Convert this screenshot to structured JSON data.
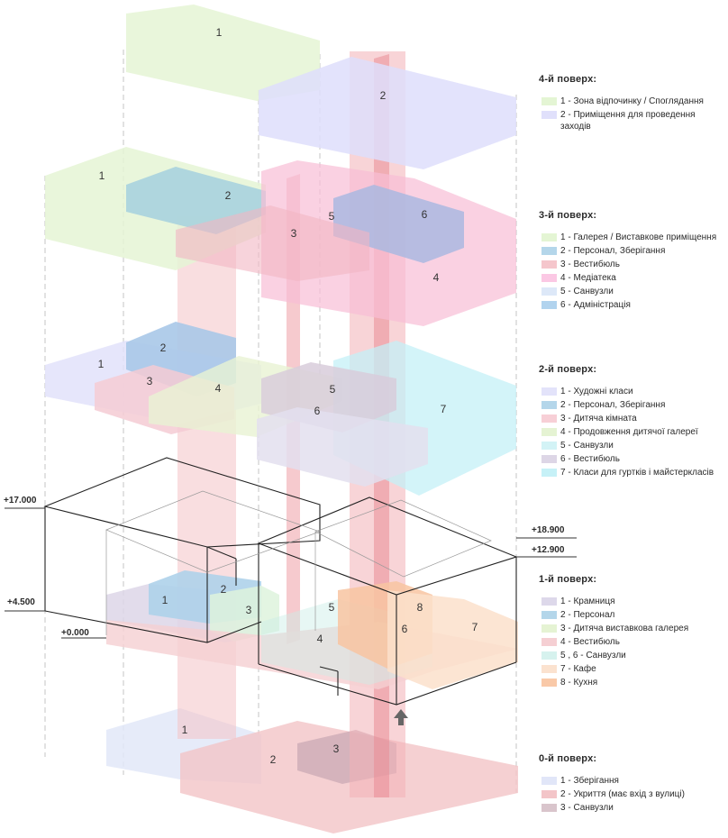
{
  "elevations": [
    "+17.000",
    "+4.500",
    "+0.000",
    "+18.900",
    "+12.900"
  ],
  "floors": [
    {
      "title": "4-й поверх:",
      "items": [
        {
          "label": "1 - Зона відпочинку / Споглядання",
          "color": "#e4f5d4"
        },
        {
          "label": "2 - Приміщення для проведення заходів",
          "color": "#e0e0fb"
        }
      ]
    },
    {
      "title": "3-й поверх:",
      "items": [
        {
          "label": "1 - Галерея / Виставкове приміщення",
          "color": "#e4f5d4"
        },
        {
          "label": "2 - Персонал, Зберігання",
          "color": "#b4d6ea"
        },
        {
          "label": "3 - Вестибюль",
          "color": "#f5c6cc"
        },
        {
          "label": "4 - Медіатека",
          "color": "#fbc8e4"
        },
        {
          "label": "5 - Санвузли",
          "color": "#dde8f8"
        },
        {
          "label": "6 - Адміністрація",
          "color": "#b1d3ee"
        }
      ]
    },
    {
      "title": "2-й поверх:",
      "items": [
        {
          "label": "1 - Художні класи",
          "color": "#e3e3fa"
        },
        {
          "label": "2 - Персонал, Зберігання",
          "color": "#b4d6ea"
        },
        {
          "label": "3 - Дитяча кімната",
          "color": "#f7cfd6"
        },
        {
          "label": "4 - Продовження дитячої галереї",
          "color": "#e5f3d3"
        },
        {
          "label": "5 - Санвузли",
          "color": "#d3f3f6"
        },
        {
          "label": "6 - Вестибюль",
          "color": "#ddd6e6"
        },
        {
          "label": "7 - Класи для гуртків і майстеркласів",
          "color": "#c6f1f7"
        }
      ]
    },
    {
      "title": "1-й поверх:",
      "items": [
        {
          "label": "1 - Крамниця",
          "color": "#ddd8ea"
        },
        {
          "label": "2 - Персонал",
          "color": "#b4d6ea"
        },
        {
          "label": "3 - Дитяча виставкова галерея",
          "color": "#e5f3d3"
        },
        {
          "label": "4 - Вестибюль",
          "color": "#f5cfd3"
        },
        {
          "label": "5 , 6 - Санвузли",
          "color": "#d6f2ee"
        },
        {
          "label": "7 - Кафе",
          "color": "#fbe2cf"
        },
        {
          "label": "8 - Кухня",
          "color": "#f9c9a8"
        }
      ]
    },
    {
      "title": "0-й поверх:",
      "items": [
        {
          "label": "1 - Зберігання",
          "color": "#e1e6f8"
        },
        {
          "label": "2 - Укриття (має вхід з вулиці)",
          "color": "#f3c5c8"
        },
        {
          "label": "3 - Санвузли",
          "color": "#d9c5cc"
        }
      ]
    }
  ],
  "room_numbers": {
    "f4_1": "1",
    "f4_2": "2",
    "f3_1": "1",
    "f3_2": "2",
    "f3_3": "3",
    "f3_4": "4",
    "f3_5": "5",
    "f3_6": "6",
    "f2_1": "1",
    "f2_2": "2",
    "f2_3": "3",
    "f2_4": "4",
    "f2_5": "5",
    "f2_6": "6",
    "f2_7": "7",
    "f1_1": "1",
    "f1_2": "2",
    "f1_3": "3",
    "f1_4": "4",
    "f1_5": "5",
    "f1_6": "6",
    "f1_7": "7",
    "f1_8": "8",
    "f0_1": "1",
    "f0_2": "2",
    "f0_3": "3"
  }
}
